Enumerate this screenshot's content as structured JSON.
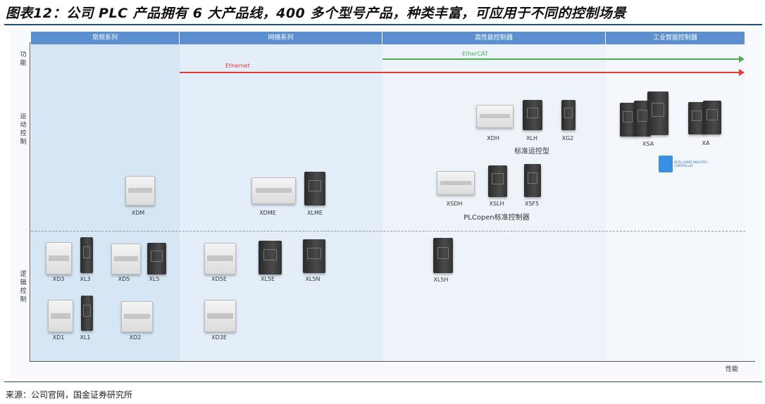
{
  "title": "图表12：公司 PLC 产品拥有 6 大产品线，400 多个型号产品，种类丰富，可应用于不同的控制场景",
  "columns": [
    "常规系列",
    "网络系列",
    "高性能控制器",
    "工业智能控制器"
  ],
  "y_axis_labels": {
    "top": "功能",
    "motion": "运动控制",
    "logic": "逻辑控制"
  },
  "x_axis_label": "性能",
  "arrows": [
    {
      "label": "EtherCAT",
      "color": "#4caf50"
    },
    {
      "label": "Ethernet",
      "color": "#e53935"
    }
  ],
  "groups": {
    "standard_motion": "标准运控型",
    "plcopen": "PLCopen标准控制器"
  },
  "logo_text": "INTELLIGENT INDUSTRY CONTROLLER",
  "products": {
    "XDM": "XDM",
    "XDME": "XDME",
    "XLME": "XLME",
    "XDH": "XDH",
    "XLH": "XLH",
    "XG2": "XG2",
    "XSDH": "XSDH",
    "XSLH": "XSLH",
    "XSF5": "XSF5",
    "XSA": "XSA",
    "XA": "XA",
    "XL5H": "XL5H",
    "XD3": "XD3",
    "XL3": "XL3",
    "XD5": "XD5",
    "XL5": "XL5",
    "XD1": "XD1",
    "XL1": "XL1",
    "XD2": "XD2",
    "XD5E": "XD5E",
    "XL5E": "XL5E",
    "XL5N": "XL5N",
    "XD3E": "XD3E"
  },
  "source": "来源：公司官网，国金证券研究所"
}
